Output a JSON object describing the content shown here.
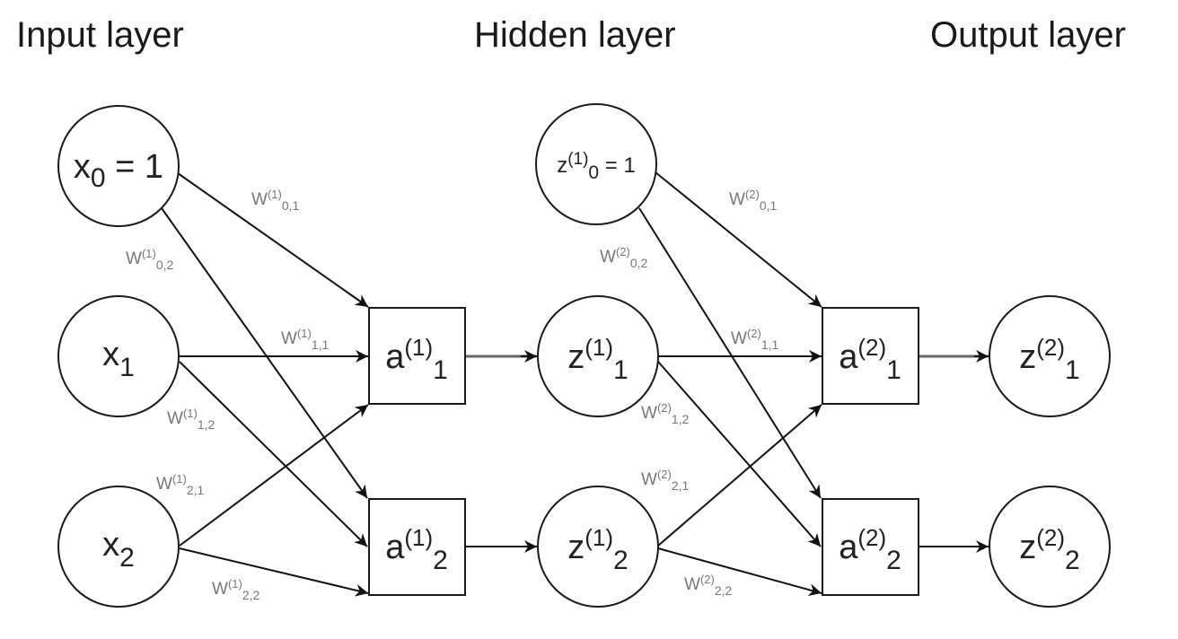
{
  "layers": {
    "input": "Input layer",
    "hidden": "Hidden layer",
    "output": "Output layer"
  },
  "nodes": {
    "x0": {
      "base": "x",
      "sub": "0",
      "suffix": " = 1",
      "shape": "circle"
    },
    "x1": {
      "base": "x",
      "sub": "1",
      "shape": "circle"
    },
    "x2": {
      "base": "x",
      "sub": "2",
      "shape": "circle"
    },
    "a11": {
      "base": "a",
      "sup": "(1)",
      "sub": "1",
      "shape": "box"
    },
    "a12": {
      "base": "a",
      "sup": "(1)",
      "sub": "2",
      "shape": "box"
    },
    "z10": {
      "base": "z",
      "sup": "(1)",
      "sub": "0",
      "suffix": " = 1",
      "shape": "circle"
    },
    "z11": {
      "base": "z",
      "sup": "(1)",
      "sub": "1",
      "shape": "circle"
    },
    "z12": {
      "base": "z",
      "sup": "(1)",
      "sub": "2",
      "shape": "circle"
    },
    "a21": {
      "base": "a",
      "sup": "(2)",
      "sub": "1",
      "shape": "box"
    },
    "a22": {
      "base": "a",
      "sup": "(2)",
      "sub": "2",
      "shape": "box"
    },
    "z21": {
      "base": "z",
      "sup": "(2)",
      "sub": "1",
      "shape": "circle"
    },
    "z22": {
      "base": "z",
      "sup": "(2)",
      "sub": "2",
      "shape": "circle"
    }
  },
  "weights": {
    "w1_01": {
      "base": "W",
      "sup": "(1)",
      "sub": "0,1"
    },
    "w1_02": {
      "base": "W",
      "sup": "(1)",
      "sub": "0,2"
    },
    "w1_11": {
      "base": "W",
      "sup": "(1)",
      "sub": "1,1"
    },
    "w1_12": {
      "base": "W",
      "sup": "(1)",
      "sub": "1,2"
    },
    "w1_21": {
      "base": "W",
      "sup": "(1)",
      "sub": "2,1"
    },
    "w1_22": {
      "base": "W",
      "sup": "(1)",
      "sub": "2,2"
    },
    "w2_01": {
      "base": "W",
      "sup": "(2)",
      "sub": "0,1"
    },
    "w2_02": {
      "base": "W",
      "sup": "(2)",
      "sub": "0,2"
    },
    "w2_11": {
      "base": "W",
      "sup": "(2)",
      "sub": "1,1"
    },
    "w2_12": {
      "base": "W",
      "sup": "(2)",
      "sub": "1,2"
    },
    "w2_21": {
      "base": "W",
      "sup": "(2)",
      "sub": "2,1"
    },
    "w2_22": {
      "base": "W",
      "sup": "(2)",
      "sub": "2,2"
    }
  },
  "edges": [
    {
      "from": "x0",
      "to": "a11",
      "weight": "w1_01"
    },
    {
      "from": "x0",
      "to": "a12",
      "weight": "w1_02"
    },
    {
      "from": "x1",
      "to": "a11",
      "weight": "w1_11"
    },
    {
      "from": "x1",
      "to": "a12",
      "weight": "w1_12"
    },
    {
      "from": "x2",
      "to": "a11",
      "weight": "w1_21"
    },
    {
      "from": "x2",
      "to": "a12",
      "weight": "w1_22"
    },
    {
      "from": "a11",
      "to": "z11"
    },
    {
      "from": "a12",
      "to": "z12"
    },
    {
      "from": "z10",
      "to": "a21",
      "weight": "w2_01"
    },
    {
      "from": "z10",
      "to": "a22",
      "weight": "w2_02"
    },
    {
      "from": "z11",
      "to": "a21",
      "weight": "w2_11"
    },
    {
      "from": "z11",
      "to": "a22",
      "weight": "w2_12"
    },
    {
      "from": "z12",
      "to": "a21",
      "weight": "w2_21"
    },
    {
      "from": "z12",
      "to": "a22",
      "weight": "w2_22"
    },
    {
      "from": "a21",
      "to": "z21"
    },
    {
      "from": "a22",
      "to": "z22"
    }
  ]
}
